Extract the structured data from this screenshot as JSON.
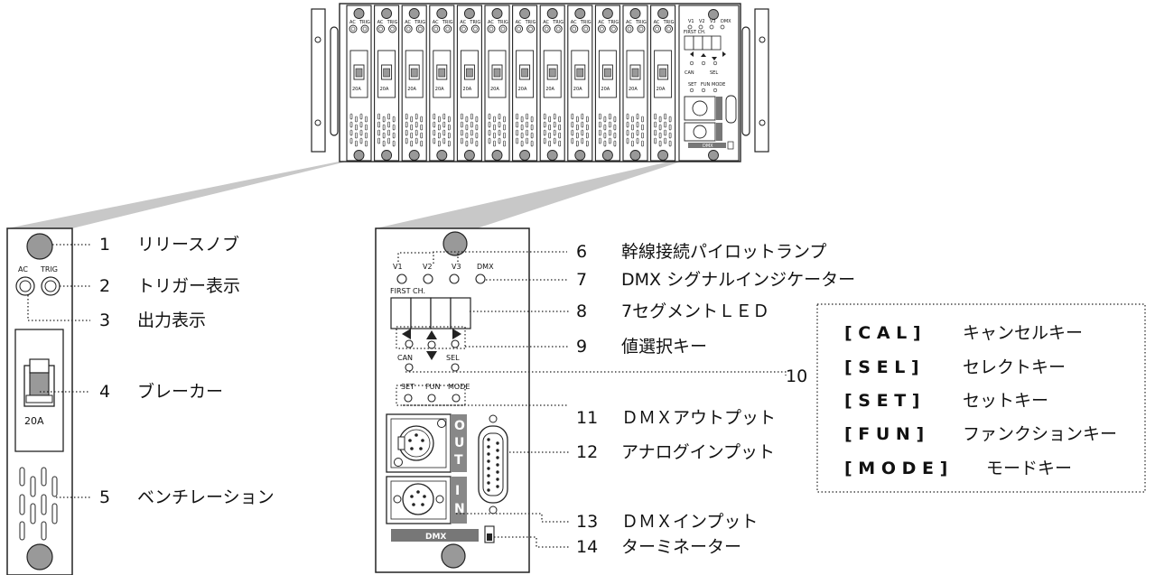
{
  "rack": {
    "module_count": 12,
    "breaker_text": "20A",
    "module_ac": "AC",
    "module_trig": "TRIG",
    "ctrl_v1": "V1",
    "ctrl_v2": "V2",
    "ctrl_v3": "V3",
    "ctrl_dmx": "DMX",
    "ctrl_first_ch": "FIRST CH.",
    "ctrl_can": "CAN",
    "ctrl_sel": "SEL",
    "ctrl_set": "SET",
    "ctrl_fun": "FUN",
    "ctrl_mode": "MODE",
    "ctrl_dmx_bar": "DMX"
  },
  "module_panel": {
    "ac": "AC",
    "trig": "TRIG",
    "breaker": "20A"
  },
  "control_panel": {
    "v1": "V1",
    "v2": "V2",
    "v3": "V3",
    "dmx": "DMX",
    "first_ch": "FIRST CH.",
    "can": "CAN",
    "sel": "SEL",
    "set": "SET",
    "fun": "FUN",
    "mode": "MODE",
    "out": [
      "O",
      "U",
      "T"
    ],
    "in": [
      "I",
      "N"
    ],
    "dmx_bar": "DMX"
  },
  "labels": [
    {
      "num": "1",
      "text": "リリースノブ"
    },
    {
      "num": "2",
      "text": "トリガー表示"
    },
    {
      "num": "3",
      "text": "出力表示"
    },
    {
      "num": "4",
      "text": "ブレーカー"
    },
    {
      "num": "5",
      "text": "ベンチレーション"
    },
    {
      "num": "6",
      "text": "幹線接続パイロットランプ"
    },
    {
      "num": "7",
      "text": "DMX シグナルインジケーター"
    },
    {
      "num": "8",
      "text": "7セグメントＬＥＤ"
    },
    {
      "num": "9",
      "text": "値選択キー"
    },
    {
      "num": "10",
      "text": ""
    },
    {
      "num": "11",
      "text": "ＤＭＸアウトプット"
    },
    {
      "num": "12",
      "text": "アナログインプット"
    },
    {
      "num": "13",
      "text": "ＤＭＸインプット"
    },
    {
      "num": "14",
      "text": "ターミネーター"
    }
  ],
  "keys": [
    {
      "code": "[ C A L ]",
      "desc": "キャンセルキー"
    },
    {
      "code": "[ S E L ]",
      "desc": "セレクトキー"
    },
    {
      "code": "[ S E T ]",
      "desc": "セットキー"
    },
    {
      "code": "[ F U N ]",
      "desc": "ファンクションキー"
    },
    {
      "code": "[ M O D E ]",
      "desc": "モードキー"
    }
  ]
}
